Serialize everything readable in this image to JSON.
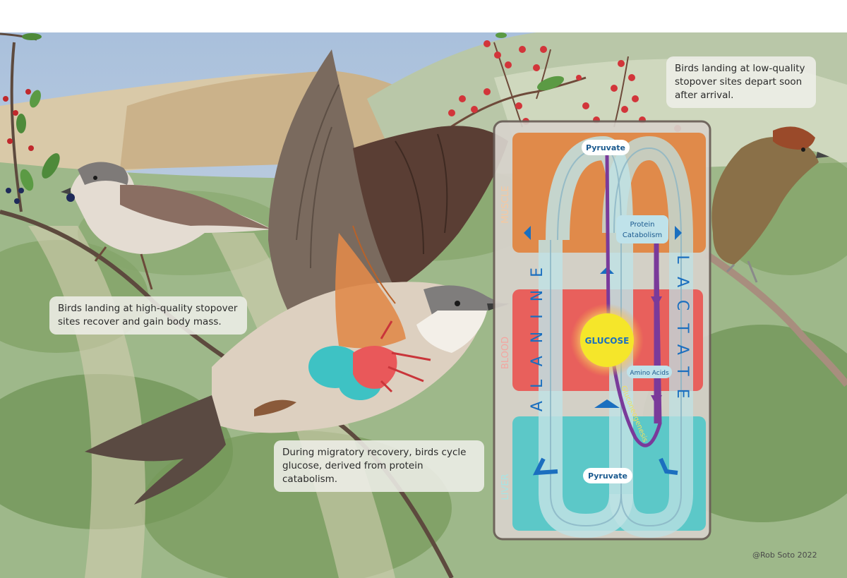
{
  "captions": {
    "high_quality": "Birds landing at high-quality stopover sites recover and gain body mass.",
    "low_quality": "Birds landing at low-quality stopover sites depart soon after arrival.",
    "migratory_recovery": "During migratory recovery, birds cycle glucose, derived from protein catabolism."
  },
  "diagram": {
    "zones": {
      "muscle": "MUSCLE",
      "blood": "BLOOD",
      "liver": "LIVER"
    },
    "pyruvate_top": "Pyruvate",
    "pyruvate_bottom": "Pyruvate",
    "protein_catabolism_line1": "Protein",
    "protein_catabolism_line2": "Catabolism",
    "glucose": "GLUCOSE",
    "amino_acids": "Amino Acids",
    "gluconeogenesis": "Gluconeogenesis",
    "alanine": "ALANINE",
    "lactate": "LACTATE"
  },
  "credit": "@Rob Soto 2022",
  "colors": {
    "muscle": "#e08a4a",
    "blood": "#e8605c",
    "liver": "#5cc8c8",
    "loop": "#bfe2e4",
    "arrow": "#1b6fbf",
    "gluconeogenesis": "#7a3a9a",
    "glucose": "#f5e62a"
  }
}
